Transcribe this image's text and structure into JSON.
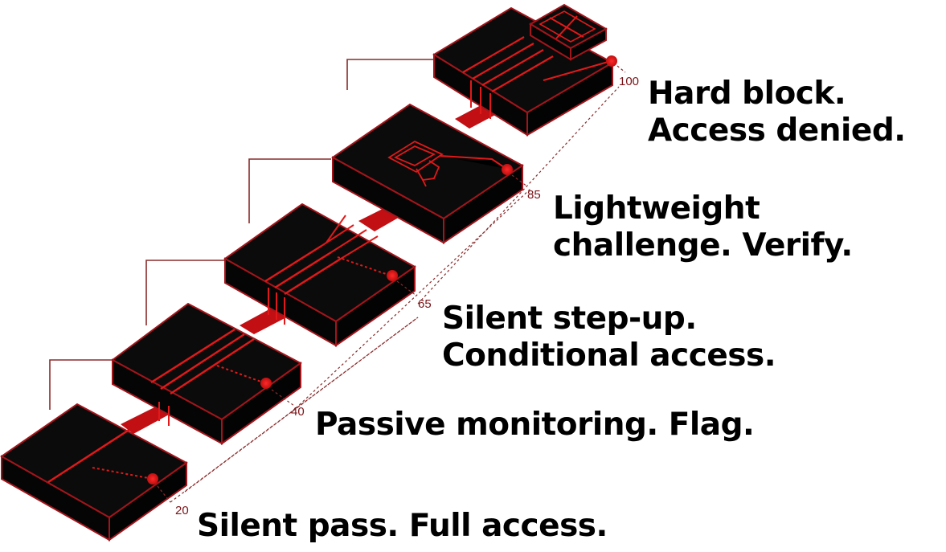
{
  "colors": {
    "block_top": "#0b0b0b",
    "block_side": "#050505",
    "edge": "#a3151b",
    "accent": "#e11919",
    "guide": "#8a2a2a",
    "text": "#000000"
  },
  "tiers": [
    {
      "score": "20",
      "lines": [
        "Silent pass. Full access."
      ]
    },
    {
      "score": "40",
      "lines": [
        "Passive monitoring. Flag."
      ]
    },
    {
      "score": "65",
      "lines": [
        "Silent step-up.",
        "Conditional access."
      ]
    },
    {
      "score": "85",
      "lines": [
        "Lightweight",
        "challenge. Verify."
      ]
    },
    {
      "score": "100",
      "lines": [
        "Hard block.",
        "Access denied."
      ]
    }
  ]
}
